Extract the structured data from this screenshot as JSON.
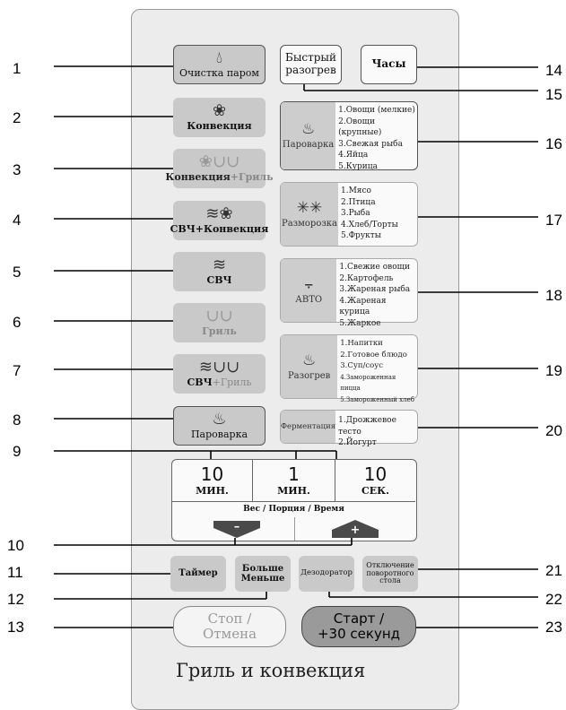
{
  "callouts": {
    "left": [
      "1",
      "2",
      "3",
      "4",
      "5",
      "6",
      "7",
      "8",
      "9",
      "10",
      "11",
      "12",
      "13"
    ],
    "right": [
      "14",
      "15",
      "16",
      "17",
      "18",
      "19",
      "20",
      "21",
      "22",
      "23"
    ]
  },
  "buttons": {
    "steam_clean": "Очистка паром",
    "quick_heat_line1": "Быстрый",
    "quick_heat_line2": "разогрев",
    "clock": "Часы",
    "convection": "Конвекция",
    "convection_grill_a": "Конвекция",
    "convection_grill_b": "+Гриль",
    "mw_convection": "СВЧ+Конвекция",
    "mw": "СВЧ",
    "grill": "Гриль",
    "mw_grill_a": "СВЧ",
    "mw_grill_b": "+Гриль",
    "steamer": "Пароварка",
    "timer": "Таймер",
    "more": "Больше",
    "less": "Меньше",
    "deodorizer": "Дезодоратор",
    "turntable_line1": "Отключение",
    "turntable_line2": "поворотного",
    "turntable_line3": "стола",
    "stop_line1": "Стоп /",
    "stop_line2": "Отмена",
    "start_line1": "Старт /",
    "start_line2": "+30 секунд"
  },
  "programs": {
    "steamer": {
      "label": "Пароварка",
      "items": [
        "1.Овощи (мелкие)",
        "2.Овощи (крупные)",
        "3.Свежая рыба",
        "4.Яйца",
        "5.Курица"
      ]
    },
    "defrost": {
      "label": "Разморозка",
      "items": [
        "1.Мясо",
        "2.Птица",
        "3.Рыба",
        "4.Хлеб/Торты",
        "5.Фрукты"
      ]
    },
    "auto": {
      "label": "АВТО",
      "items": [
        "1.Свежие овощи",
        "2.Картофель",
        "3.Жареная рыба",
        "4.Жареная курица",
        "5.Жаркое"
      ]
    },
    "reheat": {
      "label": "Разогрев",
      "items": [
        "1.Напитки",
        "2.Готовое блюдо",
        "3.Суп/соус",
        "4.Замороженная пицца",
        "5.Замороженный хлеб"
      ]
    },
    "ferment": {
      "label": "Ферментация",
      "items": [
        "1.Дрожжевое тесто",
        "2.Йогурт"
      ]
    }
  },
  "time": {
    "ten_min_value": "10",
    "ten_min_unit": "МИН.",
    "one_min_value": "1",
    "one_min_unit": "МИН.",
    "ten_sec_value": "10",
    "ten_sec_unit": "СЕК.",
    "weight_label": "Вес / Порция / Время",
    "minus": "–",
    "plus": "+"
  },
  "panel_title": "Гриль и конвекция",
  "icons": [
    "steam-drop-icon",
    "fan-icon",
    "grill-coil-icon",
    "microwave-icon",
    "steamer-pot-icon",
    "snowflake-drops-icon",
    "auto-pot-icon",
    "reheat-steam-icon",
    "down-arrow-icon",
    "up-arrow-icon"
  ]
}
